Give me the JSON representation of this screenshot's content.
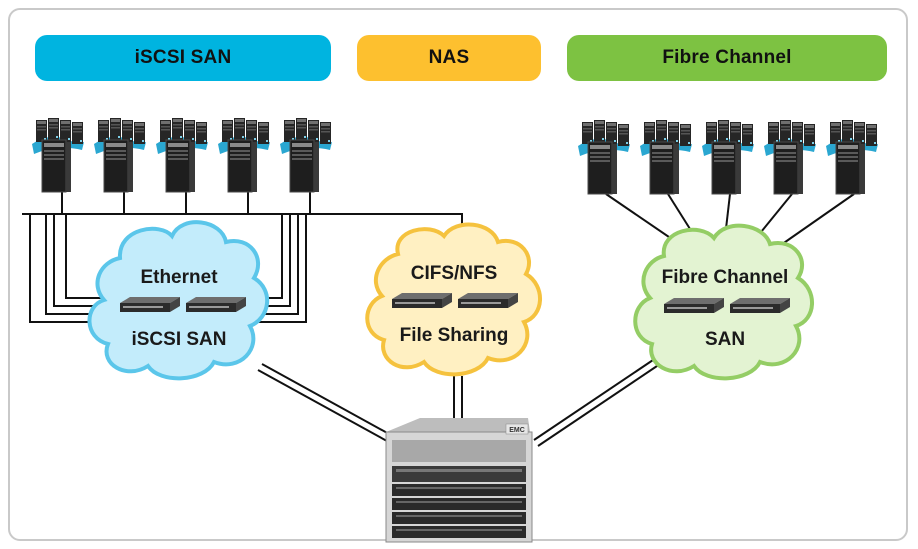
{
  "categories": [
    {
      "id": "iscsi",
      "label": "iSCSI SAN",
      "color": "#00b4e0"
    },
    {
      "id": "nas",
      "label": "NAS",
      "color": "#fdc02f"
    },
    {
      "id": "fc",
      "label": "Fibre Channel",
      "color": "#7dc242"
    }
  ],
  "clouds": {
    "iscsi": {
      "top_label": "Ethernet",
      "bottom_label": "iSCSI SAN",
      "fill": "#c3ecfb",
      "stroke": "#5bc6ea"
    },
    "nas": {
      "top_label": "CIFS/NFS",
      "bottom_label": "File Sharing",
      "fill": "#fff0c2",
      "stroke": "#f5c23e"
    },
    "fc": {
      "top_label": "Fibre Channel",
      "bottom_label": "SAN",
      "fill": "#e3f3d2",
      "stroke": "#94cd65"
    }
  },
  "server_groups": {
    "iscsi_count": 5,
    "fc_count": 5
  },
  "storage_array": {
    "badge": "EMC"
  }
}
